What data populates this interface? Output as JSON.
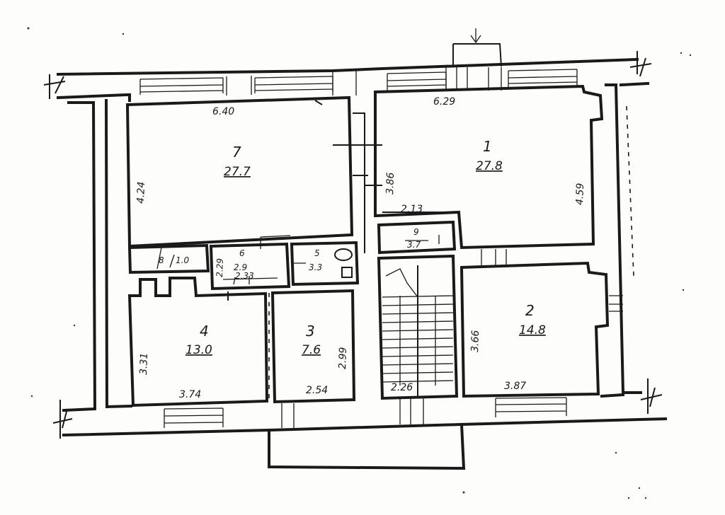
{
  "rooms": [
    {
      "id": "room-1",
      "number": "1",
      "area": "27.8",
      "dims": [
        "6.29",
        "3.86",
        "4.59"
      ]
    },
    {
      "id": "room-2",
      "number": "2",
      "area": "14.8",
      "dims": [
        "3.66",
        "3.87"
      ]
    },
    {
      "id": "room-3",
      "number": "3",
      "area": "7.6",
      "dims": [
        "2.54",
        "2.99"
      ]
    },
    {
      "id": "room-4",
      "number": "4",
      "area": "13.0",
      "dims": [
        "3.31",
        "3.74"
      ]
    },
    {
      "id": "room-5",
      "number": "5",
      "area": "3.3",
      "dims": []
    },
    {
      "id": "room-6",
      "number": "6",
      "area": "2.9",
      "dims": [
        "2.33",
        "2.29"
      ]
    },
    {
      "id": "room-7",
      "number": "7",
      "area": "27.7",
      "dims": [
        "6.40",
        "4.24"
      ]
    },
    {
      "id": "room-8",
      "number": "8",
      "area": "1.0",
      "dims": []
    },
    {
      "id": "room-9",
      "number": "9",
      "area": "3.7",
      "dims": [
        "2.13"
      ]
    },
    {
      "id": "stair",
      "number": "",
      "area": "",
      "dims": [
        "2.26"
      ]
    }
  ]
}
